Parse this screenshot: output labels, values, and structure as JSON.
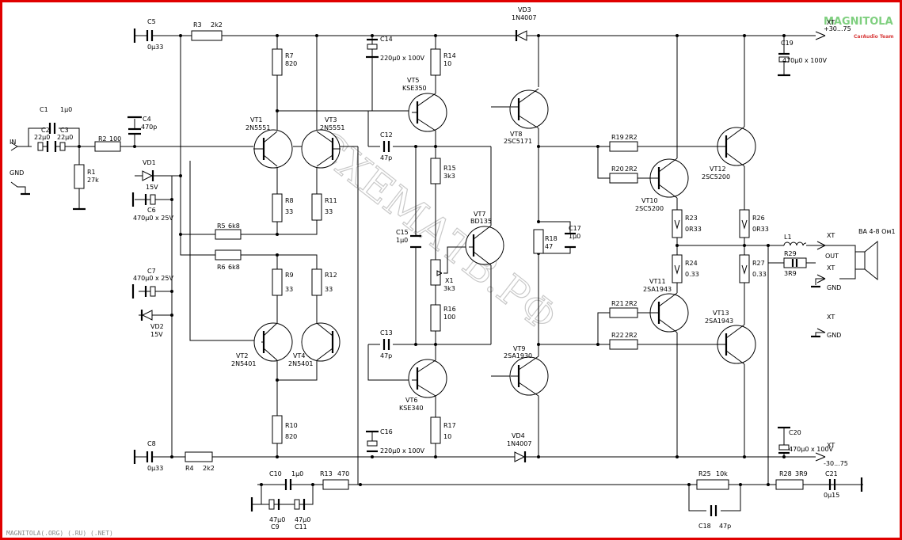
{
  "logo": {
    "name": "MAGNITOLA",
    "sub": "CarAudio Team"
  },
  "watermark": "СХЕМАТВ.РФ",
  "footer": "MAGNITOLA(.ORG) (.RU) (.NET)",
  "rails": {
    "pos": "+30...75",
    "neg": "-30...75"
  },
  "labels": {
    "in": "IN",
    "gnd_in": "GND",
    "xt_pos": "XT",
    "xt_neg": "XT",
    "xt_out": "XT",
    "out": "OUT",
    "xt_gnd1": "XT",
    "gnd1": "GND",
    "xt_gnd2": "XT",
    "gnd2": "GND",
    "speaker": "BA 4-8 Ом1"
  },
  "components": {
    "C1": {
      "ref": "C1",
      "val": "1µ0"
    },
    "C2": {
      "ref": "C2",
      "val": "22µ0"
    },
    "C3": {
      "ref": "C3",
      "val": "22µ0"
    },
    "R1": {
      "ref": "R1",
      "val": "27k"
    },
    "R2": {
      "ref": "R2",
      "val": "100"
    },
    "C4": {
      "ref": "C4",
      "val": "470p"
    },
    "VD1": {
      "ref": "VD1",
      "val": "15V"
    },
    "C6": {
      "ref": "C6",
      "val": "470µ0 x 25V"
    },
    "C5": {
      "ref": "C5",
      "val": "0µ33"
    },
    "R3": {
      "ref": "R3",
      "val": "2k2"
    },
    "R7": {
      "ref": "R7",
      "val": "820"
    },
    "VT1": {
      "ref": "VT1",
      "val": "2N5551"
    },
    "VT3": {
      "ref": "VT3",
      "val": "2N5551"
    },
    "R8": {
      "ref": "R8",
      "val": "33"
    },
    "R11": {
      "ref": "R11",
      "val": "33"
    },
    "R5": {
      "ref": "R5",
      "val": "6k8"
    },
    "R6": {
      "ref": "R6",
      "val": "6k8"
    },
    "R9": {
      "ref": "R9",
      "val": "33"
    },
    "R12": {
      "ref": "R12",
      "val": "33"
    },
    "C7": {
      "ref": "C7",
      "val": "470µ0 x 25V"
    },
    "VD2": {
      "ref": "VD2",
      "val": "15V"
    },
    "VT2": {
      "ref": "VT2",
      "val": "2N5401"
    },
    "VT4": {
      "ref": "VT4",
      "val": "2N5401"
    },
    "R10": {
      "ref": "R10",
      "val": "820"
    },
    "C8": {
      "ref": "C8",
      "val": "0µ33"
    },
    "R4": {
      "ref": "R4",
      "val": "2k2"
    },
    "C14": {
      "ref": "C14",
      "val": "220µ0 x 100V"
    },
    "R14": {
      "ref": "R14",
      "val": "10"
    },
    "VT5": {
      "ref": "VT5",
      "val": "KSE350"
    },
    "C12": {
      "ref": "C12",
      "val": "47p"
    },
    "R15": {
      "ref": "R15",
      "val": "3k3"
    },
    "C15": {
      "ref": "C15",
      "val": "1µ0"
    },
    "X1": {
      "ref": "X1",
      "val": "3k3"
    },
    "R16": {
      "ref": "R16",
      "val": "100"
    },
    "VT7": {
      "ref": "VT7",
      "val": "BD135"
    },
    "C13": {
      "ref": "C13",
      "val": "47p"
    },
    "VT6": {
      "ref": "VT6",
      "val": "KSE340"
    },
    "R17": {
      "ref": "R17",
      "val": "10"
    },
    "C16": {
      "ref": "C16",
      "val": "220µ0 x 100V"
    },
    "VD3": {
      "ref": "VD3",
      "val": "1N4007"
    },
    "VD4": {
      "ref": "VD4",
      "val": "1N4007"
    },
    "VT8": {
      "ref": "VT8",
      "val": "2SC5171"
    },
    "VT9": {
      "ref": "VT9",
      "val": "2SA1930"
    },
    "R18": {
      "ref": "R18",
      "val": "47"
    },
    "C17": {
      "ref": "C17",
      "val": "1µ0"
    },
    "R19": {
      "ref": "R19",
      "val": "2R2"
    },
    "R20": {
      "ref": "R20",
      "val": "2R2"
    },
    "VT10": {
      "ref": "VT10",
      "val": "2SC5200"
    },
    "VT12": {
      "ref": "VT12",
      "val": "2SC5200"
    },
    "R23": {
      "ref": "R23",
      "val": "0R33"
    },
    "R26": {
      "ref": "R26",
      "val": "0R33"
    },
    "R24": {
      "ref": "R24",
      "val": "0.33"
    },
    "R27": {
      "ref": "R27",
      "val": "0.33"
    },
    "R21": {
      "ref": "R21",
      "val": "2R2"
    },
    "R22": {
      "ref": "R22",
      "val": "2R2"
    },
    "VT11": {
      "ref": "VT11",
      "val": "2SA1943"
    },
    "VT13": {
      "ref": "VT13",
      "val": "2SA1943"
    },
    "C19": {
      "ref": "C19",
      "val": "470µ0 x 100V"
    },
    "C20": {
      "ref": "C20",
      "val": "470µ0 x 100V"
    },
    "L1": {
      "ref": "L1",
      "val": ""
    },
    "R29": {
      "ref": "R29",
      "val": "3R9"
    },
    "C9": {
      "ref": "C9",
      "val": "47µ0"
    },
    "C11": {
      "ref": "C11",
      "val": "47µ0"
    },
    "C10": {
      "ref": "C10",
      "val": "1µ0"
    },
    "R13": {
      "ref": "R13",
      "val": "470"
    },
    "R25": {
      "ref": "R25",
      "val": "10k"
    },
    "C18": {
      "ref": "C18",
      "val": "47p"
    },
    "R28": {
      "ref": "R28",
      "val": "3R9"
    },
    "C21": {
      "ref": "C21",
      "val": "0µ15"
    }
  }
}
